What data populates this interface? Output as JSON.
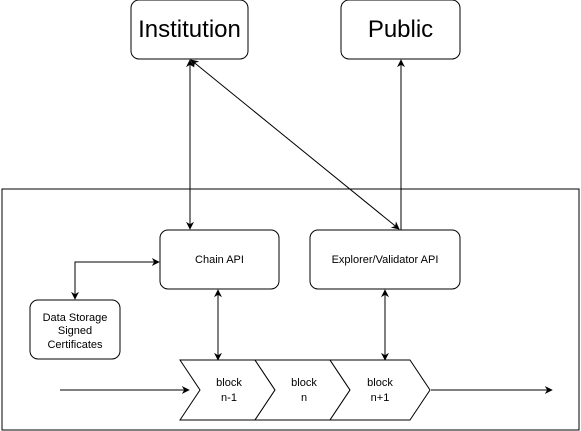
{
  "nodes": {
    "institution": "Institution",
    "public": "Public",
    "chain_api": "Chain API",
    "explorer_api": "Explorer/Validator API",
    "storage": {
      "line1": "Data Storage",
      "line2": "Signed",
      "line3": "Certificates"
    },
    "block_prev": {
      "line1": "block",
      "line2": "n-1"
    },
    "block_curr": {
      "line1": "block",
      "line2": "n"
    },
    "block_next": {
      "line1": "block",
      "line2": "n+1"
    }
  }
}
